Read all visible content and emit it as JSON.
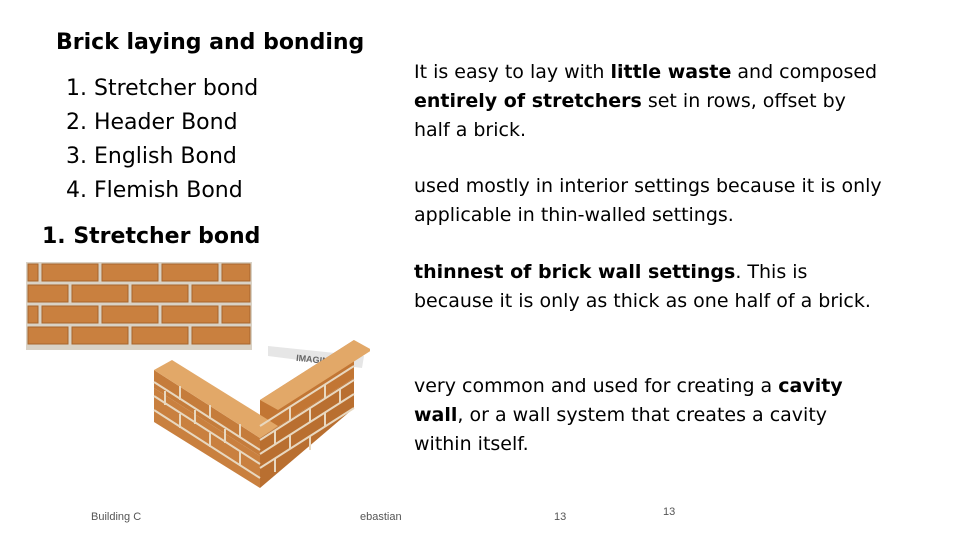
{
  "slide": {
    "title": "Brick laying and bonding",
    "toc": [
      "1. Stretcher bond",
      "2. Header Bond",
      "3. English Bond",
      "4. Flemish Bond"
    ],
    "section_heading": "1. Stretcher bond",
    "paragraphs": [
      [
        {
          "text": "It is easy to lay with ",
          "bold": false
        },
        {
          "text": "little waste",
          "bold": true
        },
        {
          "text": " and composed ",
          "bold": false
        },
        {
          "text": "entirely of stretchers",
          "bold": true
        },
        {
          "text": " set in rows, offset by half a brick.",
          "bold": false
        }
      ],
      [
        {
          "text": "used mostly in interior settings because it is only applicable in thin-walled settings.",
          "bold": false
        }
      ],
      [
        {
          "text": "thinnest of brick wall settings",
          "bold": true
        },
        {
          "text": ". This is because it is only as thick as one half of a brick.",
          "bold": false
        }
      ],
      [
        {
          "text": "very common and used for creating a ",
          "bold": false
        },
        {
          "text": "cavity wall",
          "bold": true
        },
        {
          "text": ", or a wall system that creates a cavity within itself.",
          "bold": false
        }
      ]
    ],
    "watermark": "IMAGINE",
    "footer": {
      "left": "Building C",
      "mid": "ebastian",
      "page": "13",
      "page2": "13"
    }
  },
  "colors": {
    "brick": "#c9803f",
    "brick_dark": "#a8652c",
    "mortar": "#d9d2c6",
    "brick_light": "#e2a868"
  },
  "images": [
    "stretcher-bond-wall-image",
    "stretcher-bond-corner-image"
  ]
}
